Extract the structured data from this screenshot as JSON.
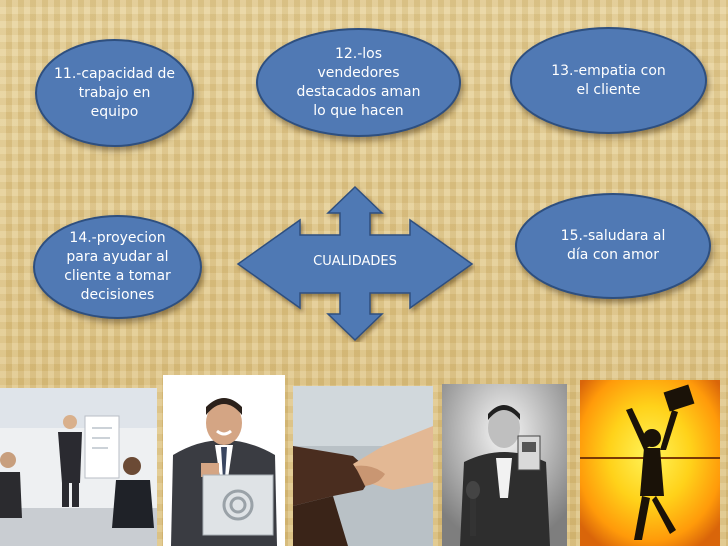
{
  "diagram": {
    "center_label": "CUALIDADES",
    "bubbles": [
      {
        "id": "11",
        "text": "11.-capacidad de\ntrabajo en\nequipo"
      },
      {
        "id": "12",
        "text": "12.-los\nvendedores\ndestacados aman\nlo que hacen"
      },
      {
        "id": "13",
        "text": "13.-empatia con\nel cliente"
      },
      {
        "id": "14",
        "text": "14.-proyecion\npara ayudar al\ncliente a tomar\ndecisiones"
      },
      {
        "id": "15",
        "text": "15.-saludara al\ndía con amor"
      }
    ]
  },
  "colors": {
    "bubble_fill": "#5079b4",
    "bubble_border": "#2e4f7f",
    "background": "#e2c98a"
  },
  "photos": [
    {
      "name": "team-meeting-photo"
    },
    {
      "name": "smiling-businessman-photo"
    },
    {
      "name": "handshake-photo"
    },
    {
      "name": "salesman-with-product-photo"
    },
    {
      "name": "sunset-celebration-photo"
    }
  ]
}
